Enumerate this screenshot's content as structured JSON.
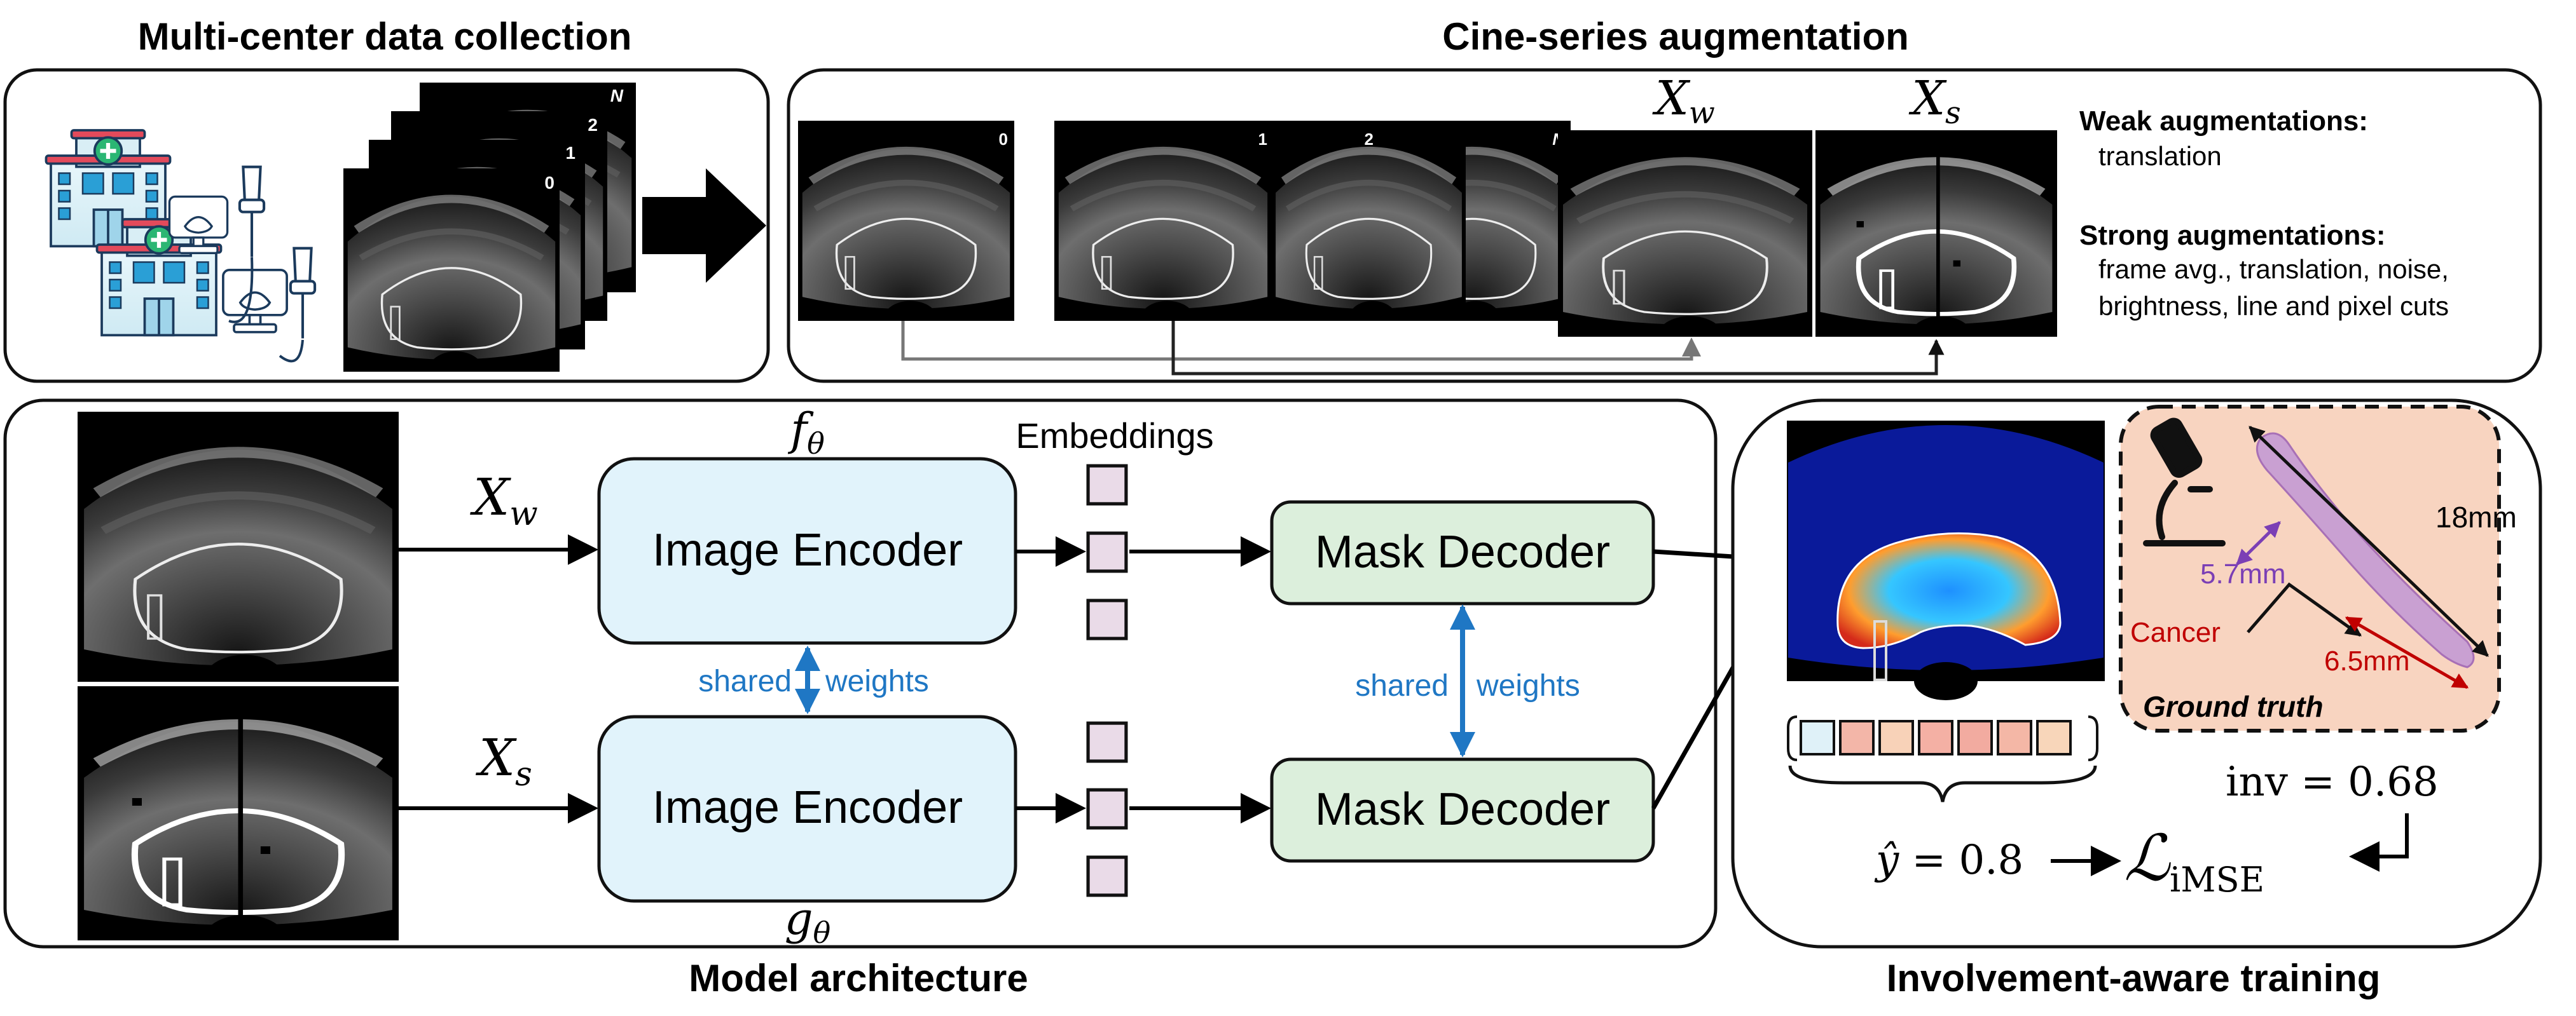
{
  "titles": {
    "multicenter": "Multi-center data collection",
    "cine": "Cine-series augmentation",
    "model": "Model architecture",
    "involvement": "Involvement-aware training"
  },
  "stack_labels": [
    "0",
    "1",
    "2",
    "N"
  ],
  "cine_frame_labels": [
    "0",
    "1",
    "2",
    "N"
  ],
  "symbols": {
    "xw_base": "X",
    "xw_sub": "w",
    "xs_base": "X",
    "xs_sub": "s",
    "f_base": "f",
    "f_sub": "θ",
    "g_base": "g",
    "g_sub": "θ"
  },
  "weak_aug": {
    "title": "Weak augmentations:",
    "items": [
      "translation"
    ]
  },
  "strong_aug": {
    "title": "Strong augmentations:",
    "items": [
      "frame avg., translation, noise,",
      "brightness, line and pixel cuts"
    ]
  },
  "architecture": {
    "embeddings_label": "Embeddings",
    "encoder_top": "Image Encoder",
    "encoder_bottom": "Image Encoder",
    "decoder_top": "Mask Decoder",
    "decoder_bottom": "Mask Decoder",
    "shared_left": "shared",
    "weights_left": "weights",
    "shared_right": "shared",
    "weights_right": "weights"
  },
  "ground_truth": {
    "len_18": "18mm",
    "len_57": "5.7mm",
    "cancer": "Cancer",
    "len_65": "6.5mm",
    "label": "Ground truth"
  },
  "equations": {
    "inv": "inv = 0.68",
    "yhat_sym": "ŷ",
    "yhat_val": " = 0.8",
    "loss_sym": "ℒ",
    "loss_sub": "iMSE"
  },
  "colors": {
    "encoder_fill": "#e1f3fb",
    "decoder_fill": "#dcefdc",
    "embedding_fill": "#eadbe8",
    "shared_weights": "#1f77c4",
    "ground_truth_bg": "#f8d4c0",
    "len_57": "#7b3fb5",
    "cancer": "#c00000",
    "heatmap_bg": "#0a1a9a"
  },
  "token_colors": [
    "#dff1f8",
    "#f3b6a8",
    "#f8d2b8",
    "#f4b0a4",
    "#f2aba0",
    "#f4b7a6",
    "#f8d6ba"
  ]
}
